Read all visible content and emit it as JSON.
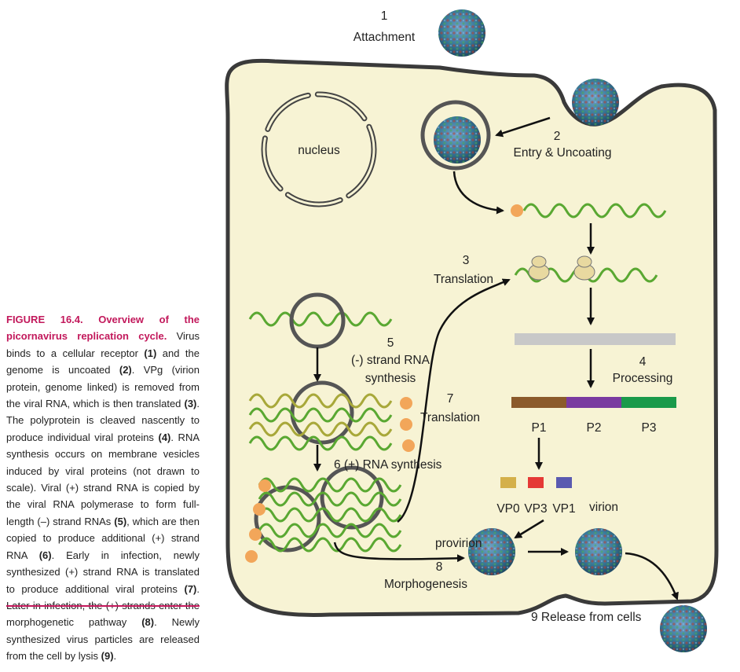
{
  "caption": {
    "title": "FIGURE 16.4. Overview of the picornavirus replication cycle.",
    "parts": [
      {
        "t": " Virus binds to a cellular receptor ",
        "b": false
      },
      {
        "t": "(1)",
        "b": true
      },
      {
        "t": " and the genome is uncoated ",
        "b": false
      },
      {
        "t": "(2)",
        "b": true
      },
      {
        "t": ". VPg (virion protein, genome linked) is removed from the viral RNA, which is then translated ",
        "b": false
      },
      {
        "t": "(3)",
        "b": true
      },
      {
        "t": ". The polyprotein is cleaved nascently to produce individual viral proteins ",
        "b": false
      },
      {
        "t": "(4)",
        "b": true
      },
      {
        "t": ". RNA synthesis occurs on membrane vesicles induced by viral proteins (not drawn to scale). Viral (+) strand RNA is copied by the viral RNA polymerase to form full-length (–) strand RNAs ",
        "b": false
      },
      {
        "t": "(5)",
        "b": true
      },
      {
        "t": ", which are then copied to produce additional (+) strand RNA ",
        "b": false
      },
      {
        "t": "(6)",
        "b": true
      },
      {
        "t": ". Early in infection, newly synthesized (+) strand RNA is translated to produce additional viral proteins ",
        "b": false
      },
      {
        "t": "(7)",
        "b": true
      },
      {
        "t": ". Later in infection, the (+) strands enter the morphogenetic pathway ",
        "b": false
      },
      {
        "t": "(8)",
        "b": true
      },
      {
        "t": ". Newly synthesized virus particles are released from the cell by lysis ",
        "b": false
      },
      {
        "t": "(9)",
        "b": true
      },
      {
        "t": ".",
        "b": false
      }
    ]
  },
  "labels": {
    "step1_num": "1",
    "step1": "Attachment",
    "step2_num": "2",
    "step2": "Entry & Uncoating",
    "nucleus": "nucleus",
    "step3_num": "3",
    "step3": "Translation",
    "step4_num": "4",
    "step4": "Processing",
    "step5_num": "5",
    "step5_a": "(-) strand RNA",
    "step5_b": "synthesis",
    "step6": "6 (+) RNA synthesis",
    "step7_num": "7",
    "step7": "Translation",
    "step8_num": "8",
    "step8": "Morphogenesis",
    "step9": "9 Release from cells",
    "provirion": "provirion",
    "virion": "virion",
    "p1": "P1",
    "p2": "P2",
    "p3": "P3",
    "vp0": "VP0",
    "vp3": "VP3",
    "vp1": "VP1"
  },
  "colors": {
    "cytoplasm": "#f7f3d4",
    "membrane": "#3a3a3a",
    "rna_plus": "#5aa832",
    "rna_minus": "#a8a83a",
    "vpg": "#f2a65a",
    "polyprotein": "#c8c8c8",
    "p1": "#8b5a2b",
    "p2": "#7a3aa0",
    "p3": "#1a9a4a",
    "vp0": "#d4b04a",
    "vp3": "#e53935",
    "vp1": "#5a5ab0",
    "caption_title": "#c2185b"
  }
}
